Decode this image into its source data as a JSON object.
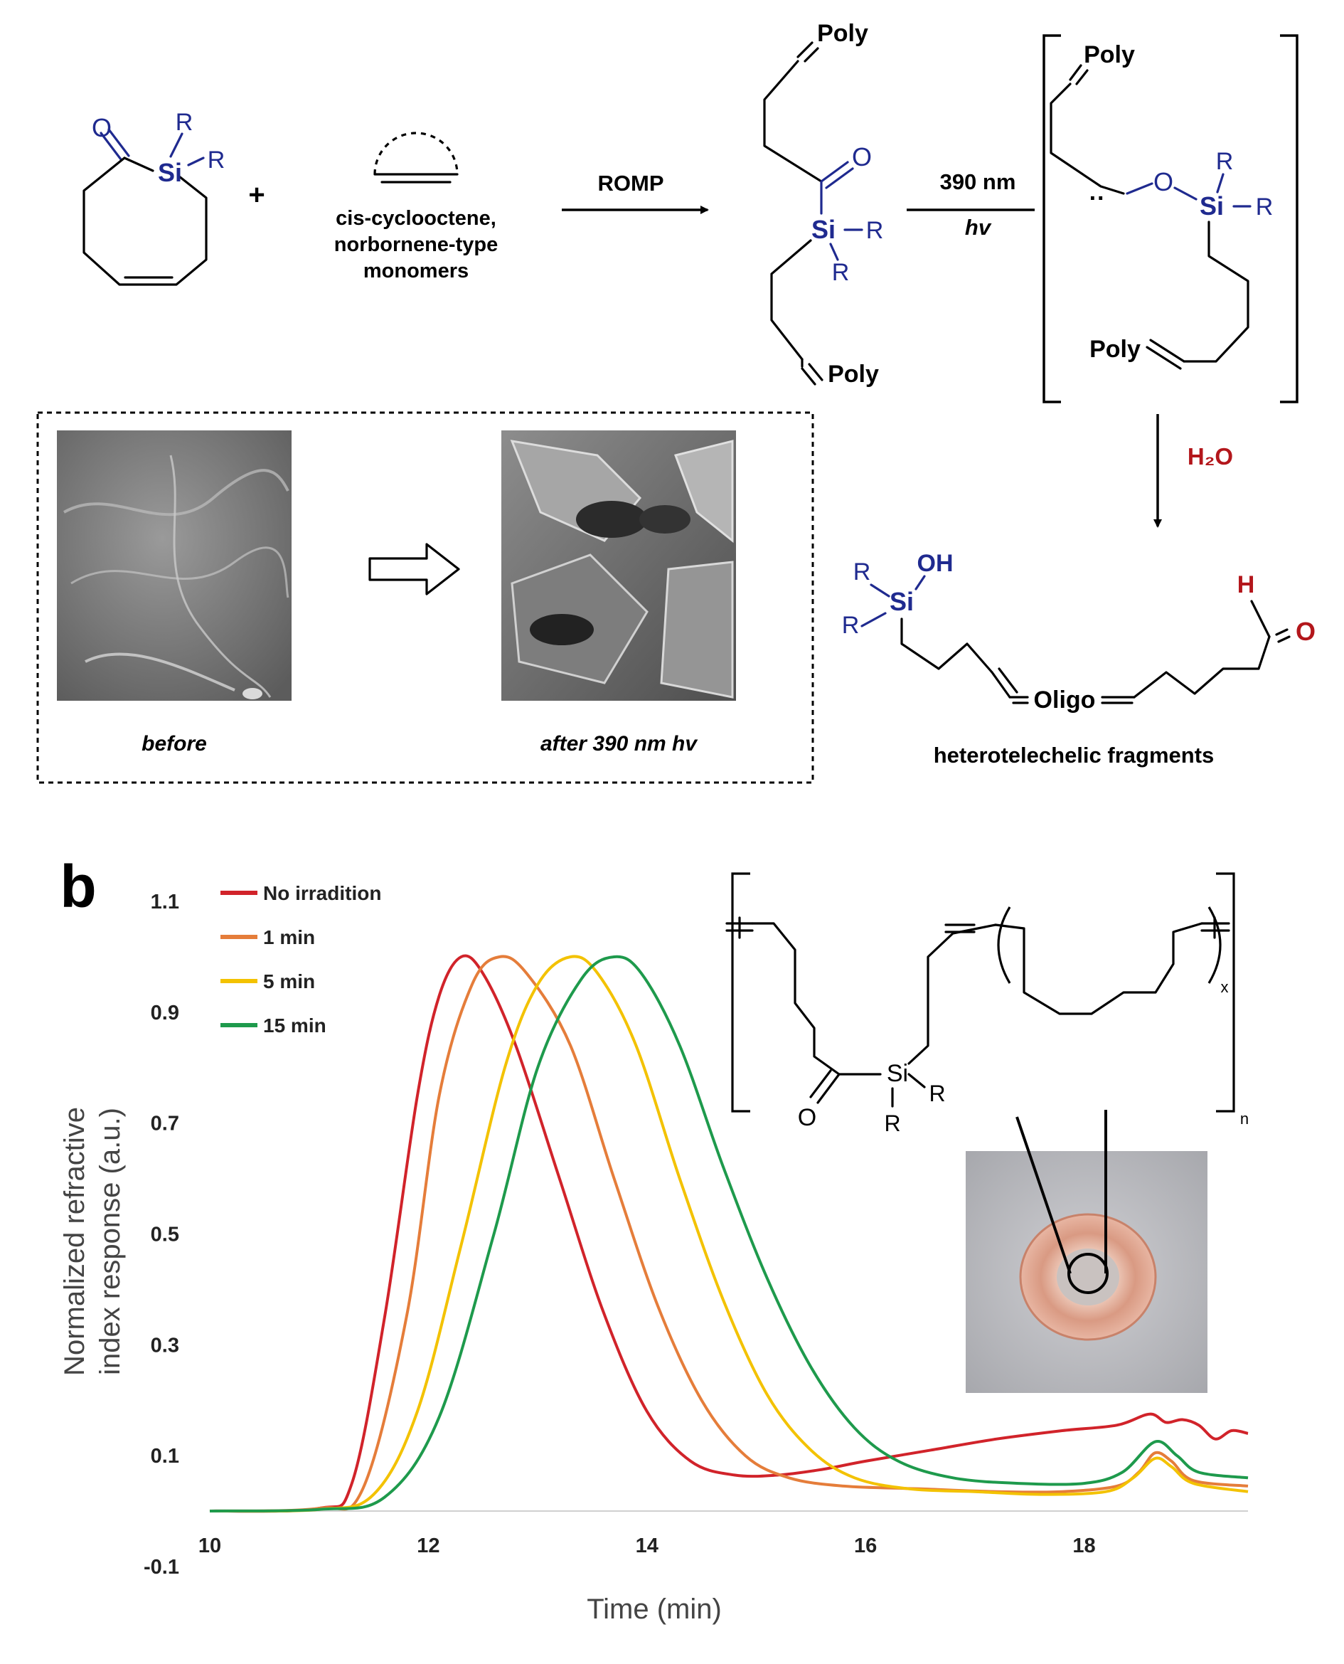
{
  "top_scheme": {
    "monomer": {
      "atoms": {
        "oxygen": "O",
        "silicon": "Si",
        "r1": "R",
        "r2": "R"
      }
    },
    "plus": "+",
    "comonomer_label": [
      "cis-cyclooctene,",
      "norbornene-type",
      "monomers"
    ],
    "romp_label": "ROMP",
    "polymer": {
      "poly_top": "Poly",
      "oxygen": "O",
      "silicon": "Si",
      "r_right": "R",
      "r_bottom": "R",
      "poly_bottom": "Poly"
    },
    "light_label": "390 nm",
    "hv_label": "hv",
    "intermediate": {
      "poly_top": "Poly",
      "carbene_dots": "··",
      "oxygen": "O",
      "silicon": "Si",
      "r_top": "R",
      "r_right": "R",
      "poly_bottom": "Poly"
    },
    "water_label": "H₂O",
    "product": {
      "r1": "R",
      "r2": "R",
      "silicon": "Si",
      "hydroxyl": "OH",
      "oligo": "Oligo",
      "hydrogen": "H",
      "oxygen": "O"
    },
    "product_caption": "heterotelechelic fragments",
    "sem_before_caption": "before",
    "sem_after_caption": "after 390 nm hv"
  },
  "panel_b": {
    "panel_letter": "b",
    "ring_polymer": {
      "silicon": "Si",
      "oxygen": "O",
      "r_right": "R",
      "r_bottom": "R",
      "subscript_x": "x",
      "subscript_n": "n"
    }
  },
  "colors": {
    "no_irradiation": "#d1232a",
    "min1": "#e57d3a",
    "min5": "#f3c200",
    "min15": "#1e9a4c",
    "si_blue": "#1f2a8f",
    "aldehyde_red": "#b3161b"
  },
  "chart_data": {
    "type": "line",
    "xlabel": "Time (min)",
    "ylabel_lines": [
      "Normalized refractive",
      "index response (a.u.)"
    ],
    "xlim": [
      10,
      19.5
    ],
    "ylim": [
      -0.1,
      1.1
    ],
    "x_ticks": [
      "10",
      "12",
      "14",
      "16",
      "18"
    ],
    "x_tick_values": [
      10,
      12,
      14,
      16,
      18
    ],
    "y_ticks": [
      "1.1",
      "0.9",
      "0.7",
      "0.5",
      "0.3",
      "0.1",
      "-0.1"
    ],
    "y_tick_values": [
      1.1,
      0.9,
      0.7,
      0.5,
      0.3,
      0.1,
      -0.1
    ],
    "legend_position": "top-left",
    "series": [
      {
        "name": "No irradition",
        "color": "#d1232a",
        "points": [
          [
            10,
            0
          ],
          [
            11,
            0.005
          ],
          [
            11.3,
            0.05
          ],
          [
            11.6,
            0.35
          ],
          [
            11.9,
            0.75
          ],
          [
            12.1,
            0.93
          ],
          [
            12.3,
            1.0
          ],
          [
            12.5,
            0.97
          ],
          [
            12.8,
            0.84
          ],
          [
            13.2,
            0.6
          ],
          [
            13.6,
            0.36
          ],
          [
            14.0,
            0.18
          ],
          [
            14.4,
            0.09
          ],
          [
            14.8,
            0.065
          ],
          [
            15.2,
            0.065
          ],
          [
            15.6,
            0.075
          ],
          [
            16.0,
            0.09
          ],
          [
            16.6,
            0.11
          ],
          [
            17.2,
            0.13
          ],
          [
            17.8,
            0.145
          ],
          [
            18.3,
            0.155
          ],
          [
            18.6,
            0.175
          ],
          [
            18.75,
            0.16
          ],
          [
            18.9,
            0.165
          ],
          [
            19.05,
            0.155
          ],
          [
            19.2,
            0.13
          ],
          [
            19.35,
            0.145
          ],
          [
            19.5,
            0.14
          ]
        ]
      },
      {
        "name": "1 min",
        "color": "#e57d3a",
        "points": [
          [
            10,
            0
          ],
          [
            11,
            0.005
          ],
          [
            11.4,
            0.04
          ],
          [
            11.8,
            0.35
          ],
          [
            12.1,
            0.75
          ],
          [
            12.4,
            0.95
          ],
          [
            12.65,
            1.0
          ],
          [
            12.9,
            0.97
          ],
          [
            13.3,
            0.84
          ],
          [
            13.7,
            0.6
          ],
          [
            14.1,
            0.37
          ],
          [
            14.5,
            0.2
          ],
          [
            14.9,
            0.1
          ],
          [
            15.3,
            0.06
          ],
          [
            15.8,
            0.045
          ],
          [
            16.5,
            0.04
          ],
          [
            17.2,
            0.035
          ],
          [
            17.8,
            0.035
          ],
          [
            18.3,
            0.045
          ],
          [
            18.5,
            0.07
          ],
          [
            18.65,
            0.105
          ],
          [
            18.8,
            0.09
          ],
          [
            19.0,
            0.055
          ],
          [
            19.5,
            0.045
          ]
        ]
      },
      {
        "name": "5 min",
        "color": "#f3c200",
        "points": [
          [
            10,
            0
          ],
          [
            11,
            0.003
          ],
          [
            11.5,
            0.03
          ],
          [
            11.9,
            0.18
          ],
          [
            12.3,
            0.48
          ],
          [
            12.7,
            0.8
          ],
          [
            13.0,
            0.95
          ],
          [
            13.3,
            1.0
          ],
          [
            13.55,
            0.97
          ],
          [
            13.9,
            0.84
          ],
          [
            14.3,
            0.6
          ],
          [
            14.7,
            0.38
          ],
          [
            15.1,
            0.21
          ],
          [
            15.5,
            0.11
          ],
          [
            15.9,
            0.06
          ],
          [
            16.4,
            0.04
          ],
          [
            17.0,
            0.035
          ],
          [
            17.6,
            0.03
          ],
          [
            18.2,
            0.035
          ],
          [
            18.45,
            0.06
          ],
          [
            18.65,
            0.095
          ],
          [
            18.8,
            0.08
          ],
          [
            19.0,
            0.05
          ],
          [
            19.5,
            0.035
          ]
        ]
      },
      {
        "name": "15 min",
        "color": "#1e9a4c",
        "points": [
          [
            10,
            0
          ],
          [
            11,
            0.003
          ],
          [
            11.6,
            0.025
          ],
          [
            12.1,
            0.17
          ],
          [
            12.6,
            0.5
          ],
          [
            13.0,
            0.8
          ],
          [
            13.4,
            0.96
          ],
          [
            13.7,
            1.0
          ],
          [
            13.95,
            0.97
          ],
          [
            14.3,
            0.84
          ],
          [
            14.7,
            0.62
          ],
          [
            15.1,
            0.42
          ],
          [
            15.5,
            0.26
          ],
          [
            15.9,
            0.15
          ],
          [
            16.3,
            0.09
          ],
          [
            16.8,
            0.06
          ],
          [
            17.4,
            0.05
          ],
          [
            18.0,
            0.05
          ],
          [
            18.35,
            0.07
          ],
          [
            18.65,
            0.125
          ],
          [
            18.85,
            0.1
          ],
          [
            19.05,
            0.07
          ],
          [
            19.5,
            0.06
          ]
        ]
      }
    ]
  }
}
